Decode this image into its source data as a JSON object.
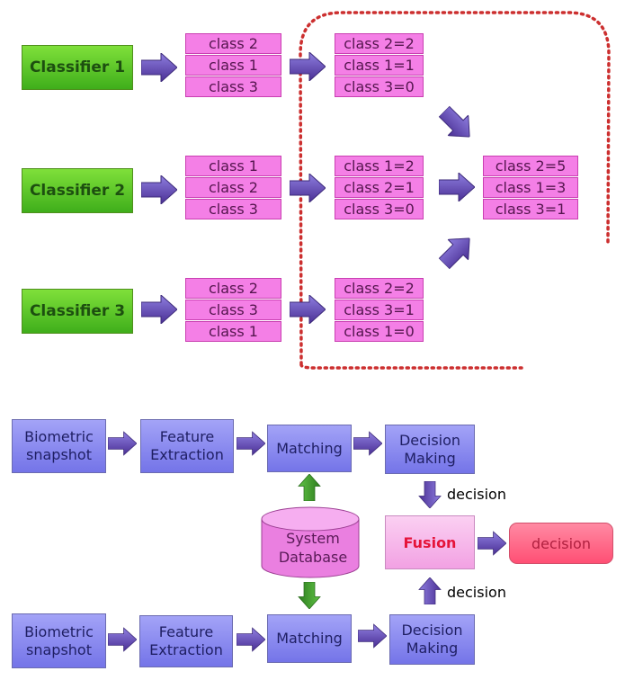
{
  "top_diagram": {
    "rows": [
      {
        "classifier": "Classifier 1",
        "ranking": [
          "class 2",
          "class 1",
          "class 3"
        ],
        "votes": [
          "class 2=2",
          "class 1=1",
          "class 3=0"
        ]
      },
      {
        "classifier": "Classifier 2",
        "ranking": [
          "class 1",
          "class 2",
          "class 3"
        ],
        "votes": [
          "class 1=2",
          "class 2=1",
          "class 3=0"
        ]
      },
      {
        "classifier": "Classifier 3",
        "ranking": [
          "class 2",
          "class 3",
          "class 1"
        ],
        "votes": [
          "class 2=2",
          "class 3=1",
          "class 1=0"
        ]
      }
    ],
    "result": [
      "class 2=5",
      "class 1=3",
      "class 3=1"
    ]
  },
  "bottom_diagram": {
    "pipeline_top": [
      "Biometric\nsnapshot",
      "Feature\nExtraction",
      "Matching",
      "Decision\nMaking"
    ],
    "pipeline_bottom": [
      "Biometric\nsnapshot",
      "Feature\nExtraction",
      "Matching",
      "Decision\nMaking"
    ],
    "database": "System\nDatabase",
    "fusion": "Fusion",
    "decision_label_top": "decision",
    "decision_label_bottom": "decision",
    "output": "decision"
  },
  "colors": {
    "classifier_green": "#5fcf2a",
    "rank_pink": "#f47fe6",
    "pipeline_blue": "#8c8cf2",
    "arrow_purple": "#6a52b8",
    "arrow_green": "#3a9a2a",
    "dotted_red": "#cc2f2f",
    "fusion_text_red": "#e5143a",
    "output_red": "#ff5f80"
  }
}
